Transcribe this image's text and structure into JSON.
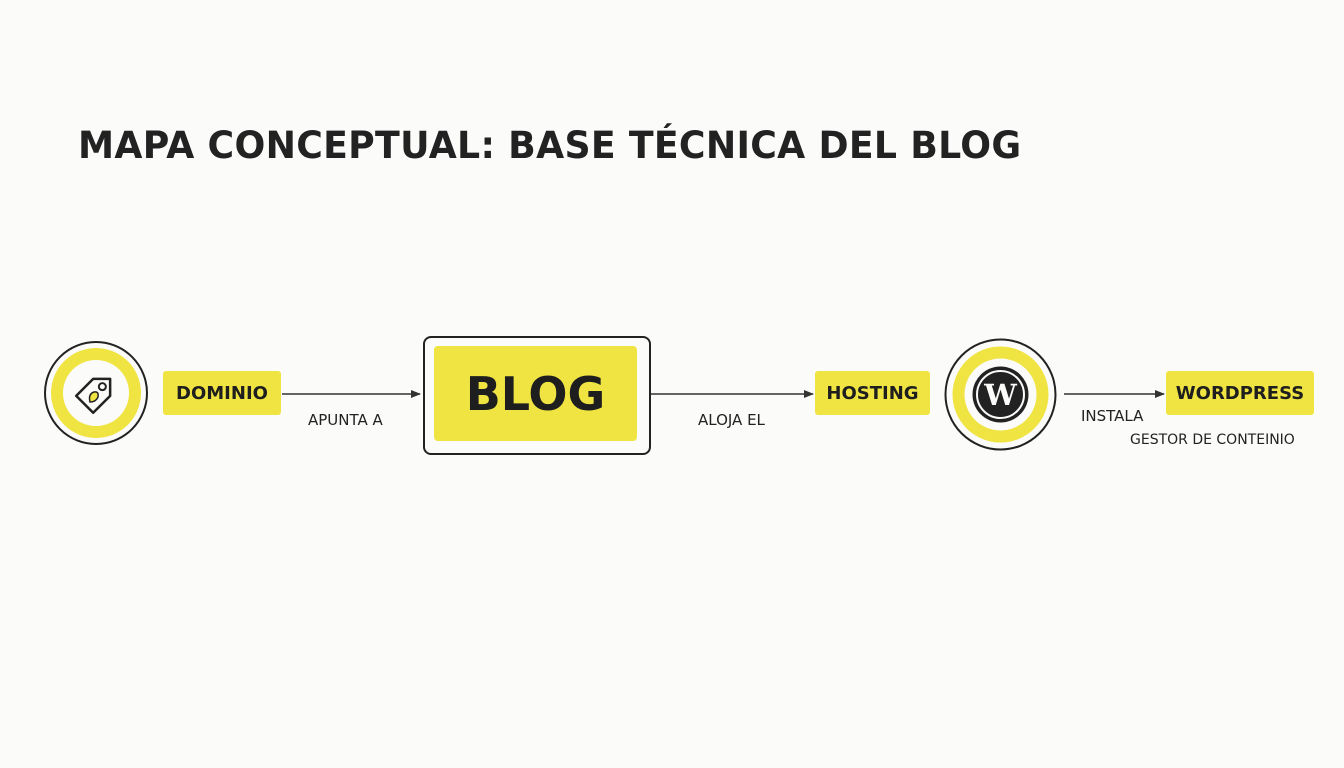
{
  "title": "MAPA CONCEPTUAL: BASE TÉCNICA DEL BLOG",
  "colors": {
    "accent": "#f0e442",
    "text": "#222222",
    "line": "#333333",
    "background": "#fbfbfa"
  },
  "nodes": {
    "dominio": {
      "label": "DOMINIO",
      "icon": "tag-icon"
    },
    "blog": {
      "label": "BLOG"
    },
    "hosting": {
      "label": "HOSTING"
    },
    "wordpress": {
      "label": "WORDPRESS",
      "icon": "wordpress-icon"
    }
  },
  "edges": {
    "dominio_blog": "APUNTA A",
    "blog_hosting": "ALOJA EL",
    "wordpress_instala": "INSTALA",
    "wordpress_gestor": "GESTOR DE CONTEINIO"
  }
}
